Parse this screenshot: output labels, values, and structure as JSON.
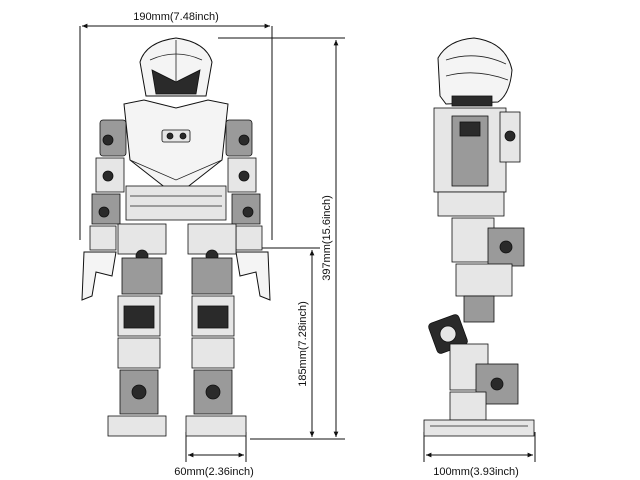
{
  "dimensions": {
    "width_label": "190mm(7.48inch)",
    "height_label": "397mm(15.6inch)",
    "leg_height_label": "185mm(7.28inch)",
    "foot_width_label": "60mm(2.36inch)",
    "depth_label": "100mm(3.93inch)"
  },
  "views": [
    "front-view",
    "side-view"
  ],
  "colors": {
    "line": "#111111",
    "fill": "#f4f4f4",
    "dark": "#2a2a2a"
  }
}
